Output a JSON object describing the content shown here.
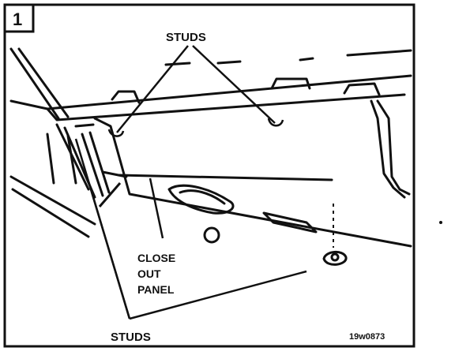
{
  "figure": {
    "number": "1",
    "reference": "19w0873"
  },
  "labels": {
    "studs_top": "STUDS",
    "studs_bottom": "STUDS",
    "close_out_panel": [
      "CLOSE",
      "OUT",
      "PANEL"
    ]
  }
}
